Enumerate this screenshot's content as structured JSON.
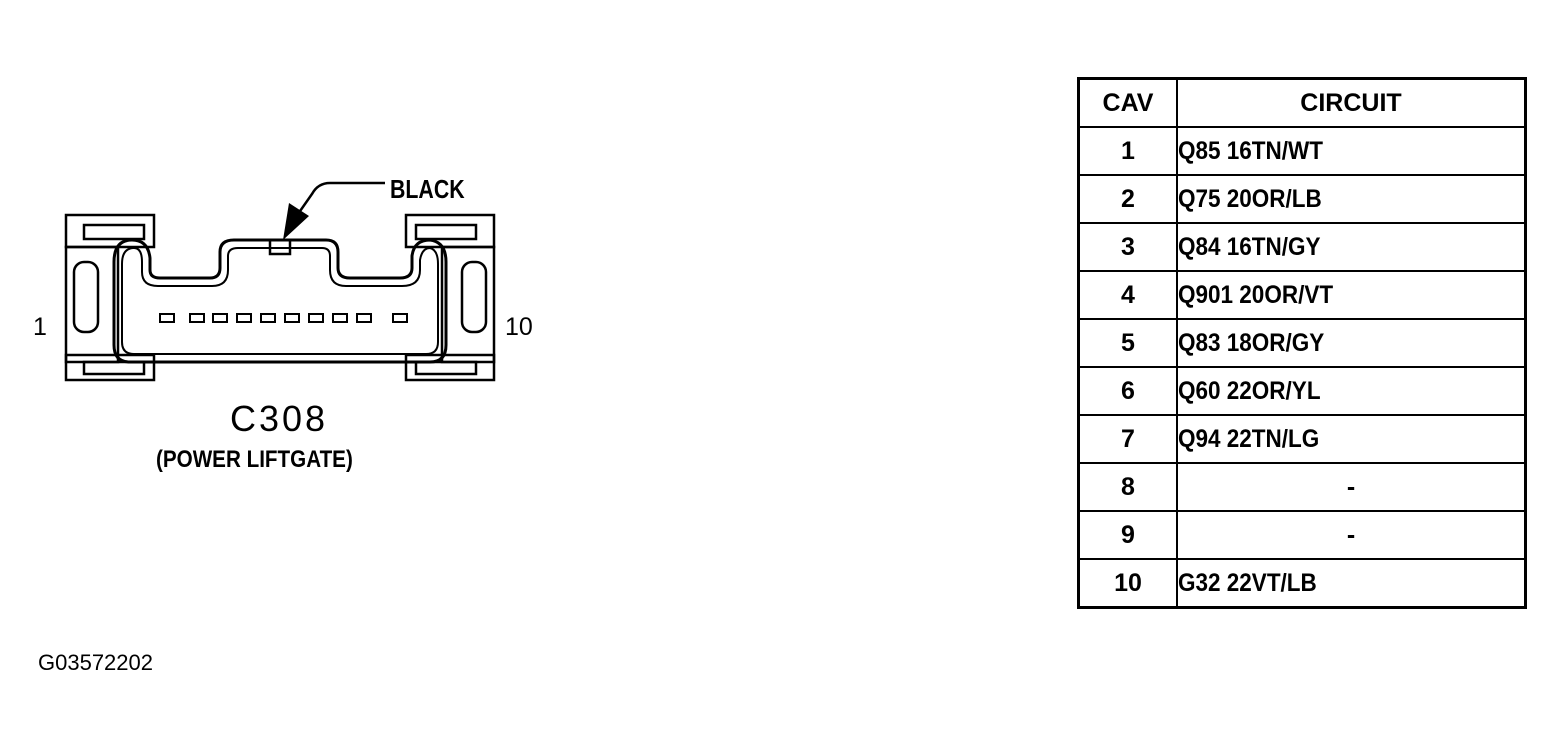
{
  "connector": {
    "color": "BLACK",
    "id": "C308",
    "description": "(POWER LIFTGATE)",
    "pin_first": "1",
    "pin_last": "10"
  },
  "figure_id": "G03572202",
  "table": {
    "headers": {
      "cav": "CAV",
      "circuit": "CIRCUIT"
    },
    "rows": [
      {
        "cav": "1",
        "circuit": "Q85 16TN/WT"
      },
      {
        "cav": "2",
        "circuit": "Q75 20OR/LB"
      },
      {
        "cav": "3",
        "circuit": "Q84 16TN/GY"
      },
      {
        "cav": "4",
        "circuit": "Q901 20OR/VT"
      },
      {
        "cav": "5",
        "circuit": "Q83 18OR/GY"
      },
      {
        "cav": "6",
        "circuit": "Q60 22OR/YL"
      },
      {
        "cav": "7",
        "circuit": "Q94 22TN/LG"
      },
      {
        "cav": "8",
        "circuit": "-"
      },
      {
        "cav": "9",
        "circuit": "-"
      },
      {
        "cav": "10",
        "circuit": "G32 22VT/LB"
      }
    ]
  }
}
